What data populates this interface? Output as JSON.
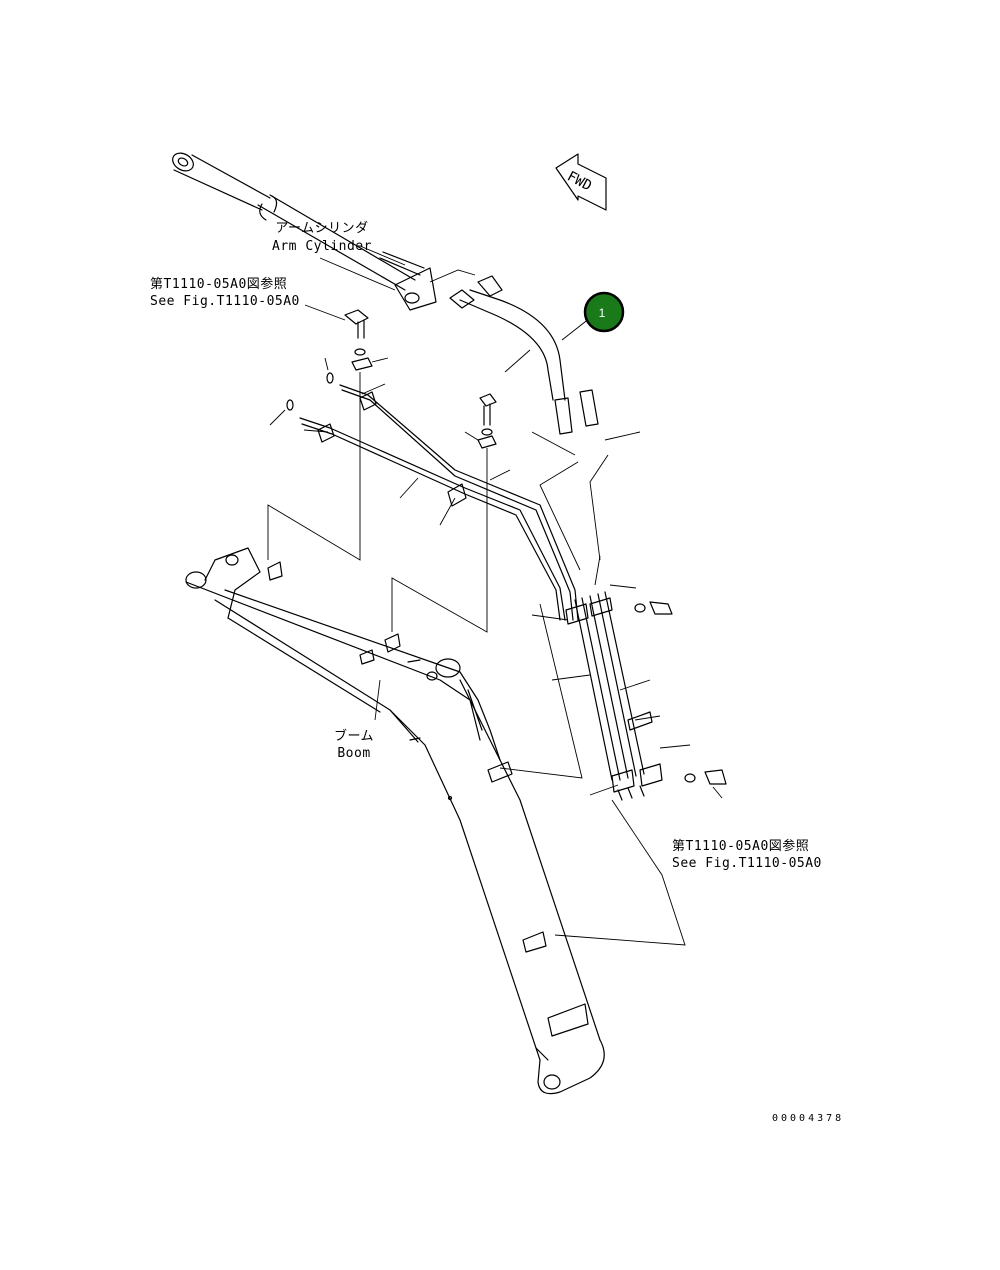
{
  "labels": {
    "arm_cylinder_jp": "アームシリンダ",
    "arm_cylinder_en": "Arm Cylinder",
    "ref_top_jp": "第T1110-05A0図参照",
    "ref_top_en": "See Fig.T1110-05A0",
    "ref_bottom_jp": "第T1110-05A0図参照",
    "ref_bottom_en": "See Fig.T1110-05A0",
    "boom_jp": "ブーム",
    "boom_en": "Boom",
    "fwd": "FWD",
    "drawing_code": "00004378"
  },
  "callouts": [
    {
      "number": "1",
      "color": "#1a7a1a"
    }
  ]
}
